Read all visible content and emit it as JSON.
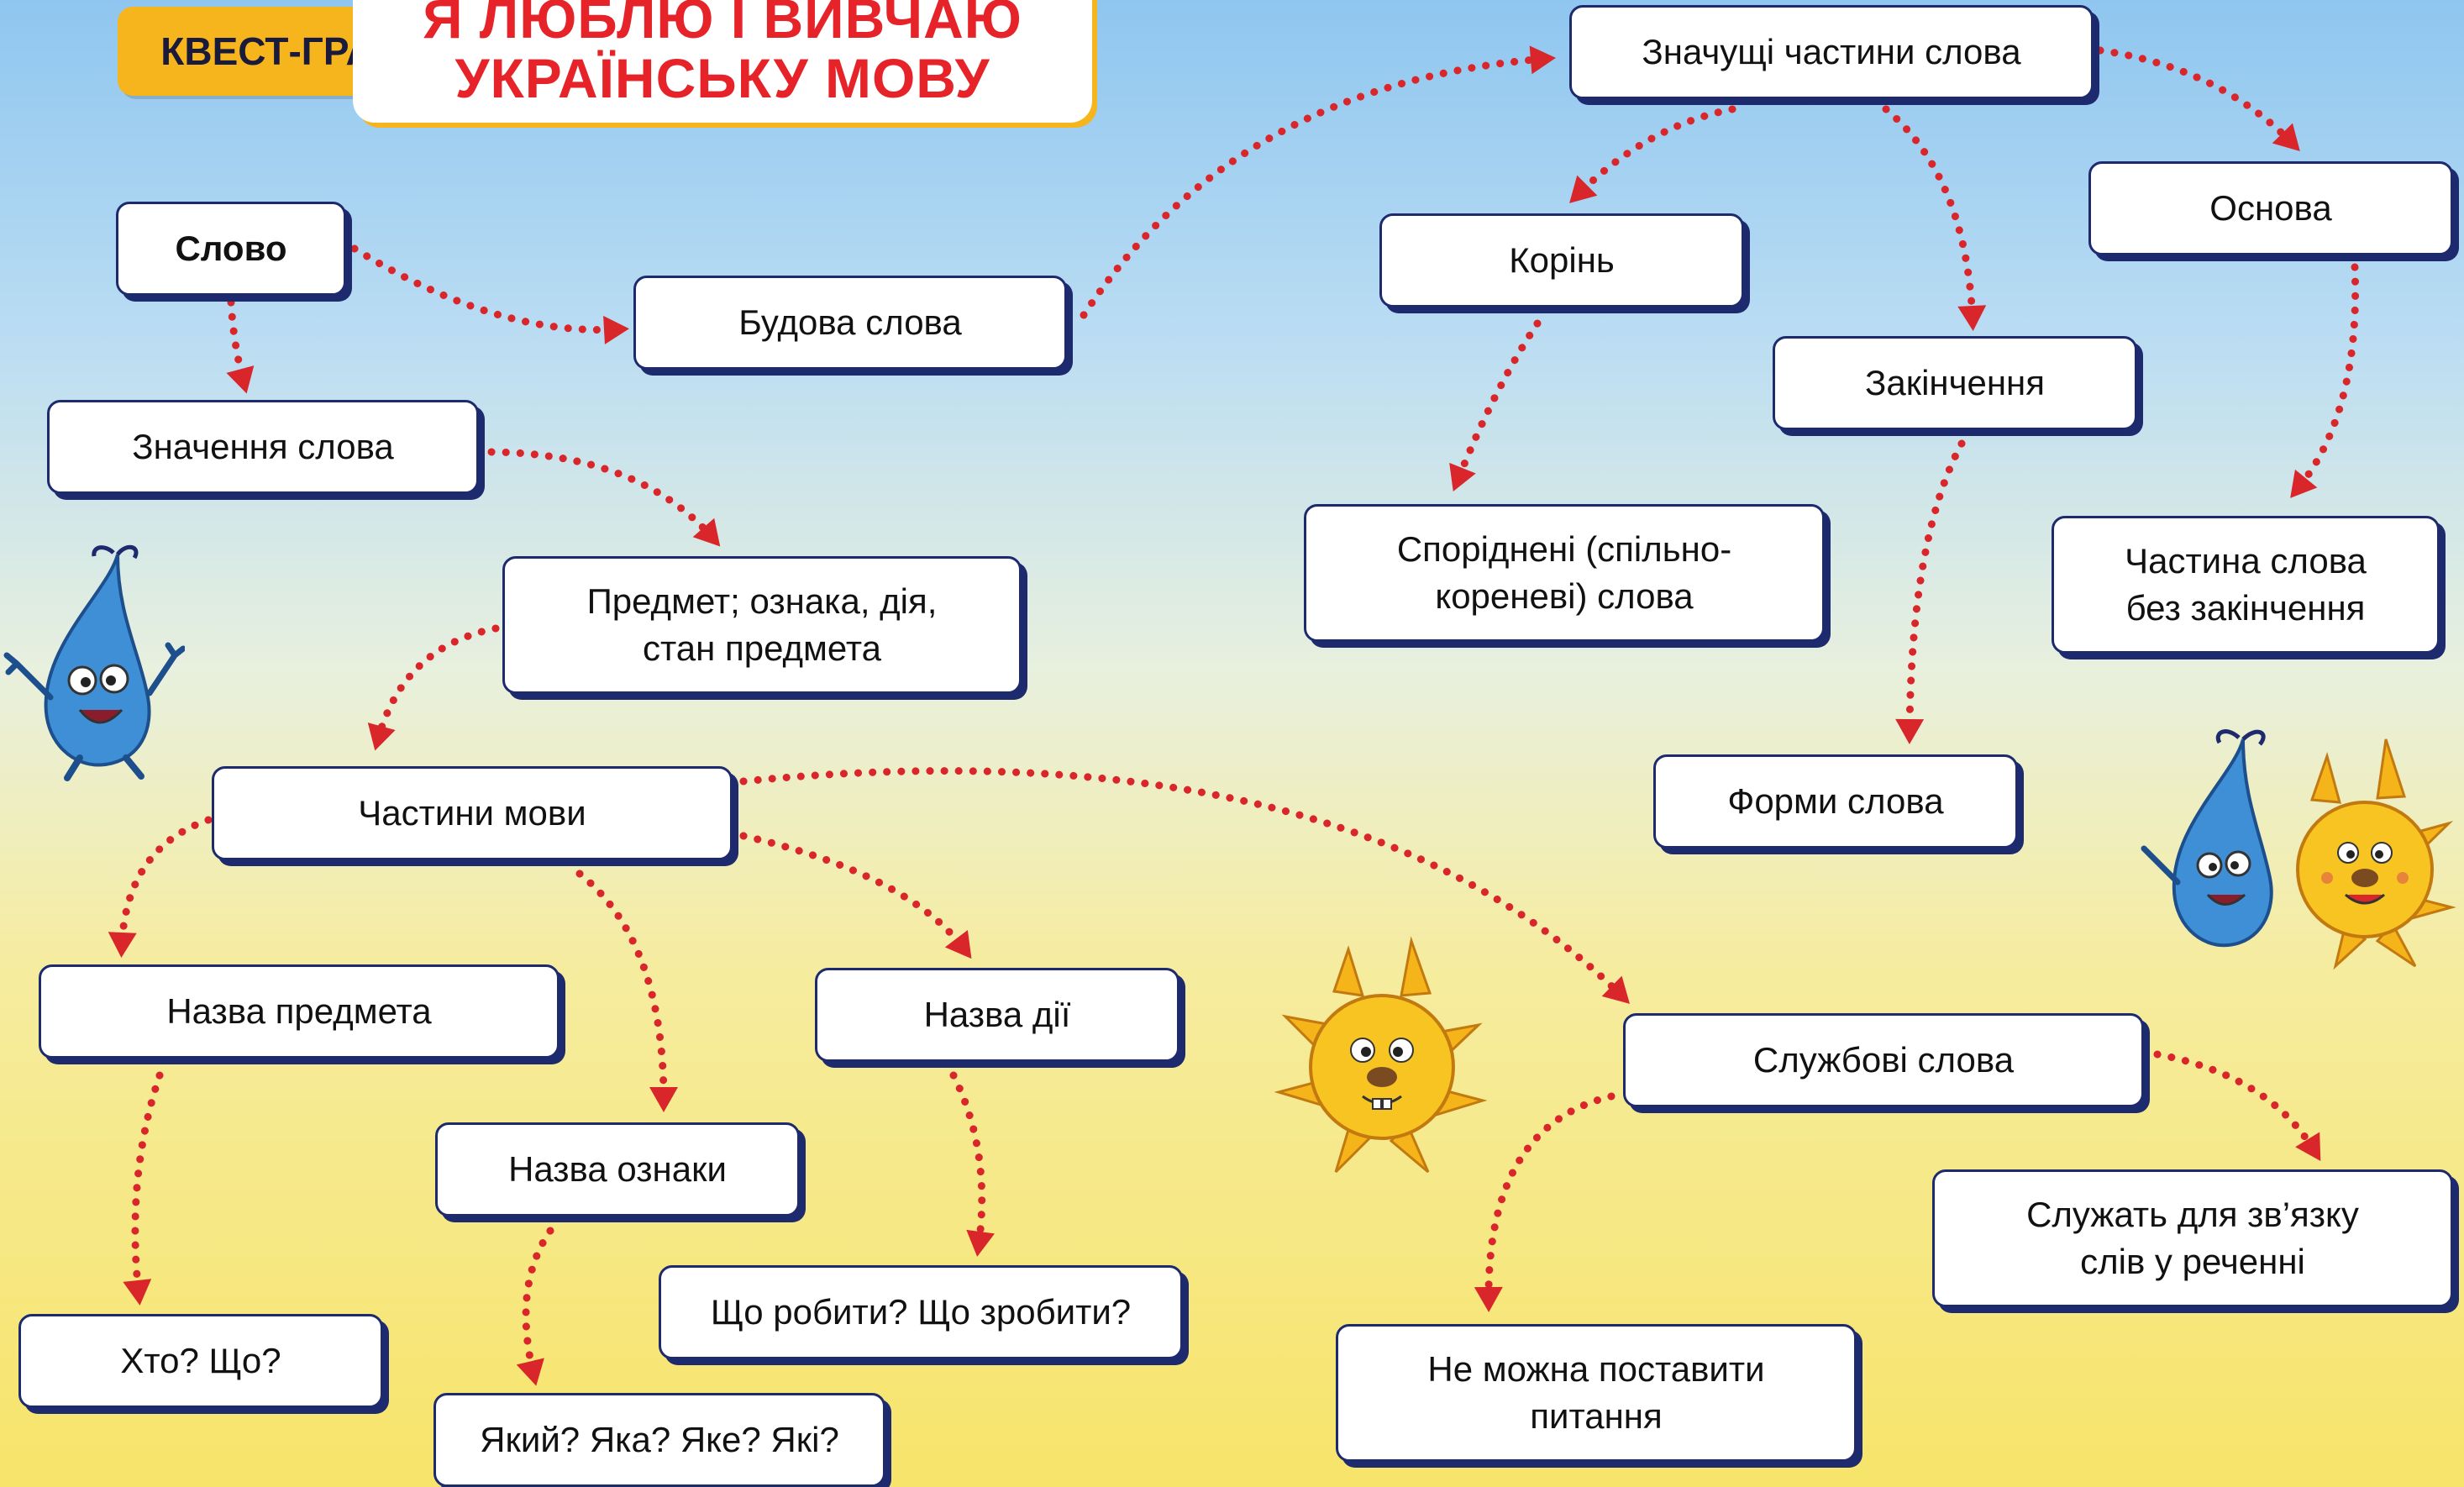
{
  "header": {
    "badge": "КВЕСТ-ГРА",
    "title_line1": "Я ЛЮБЛЮ І ВИВЧАЮ",
    "title_line2": "УКРАЇНСЬКУ МОВУ"
  },
  "nodes": {
    "slovo": "Слово",
    "budova": "Будова слова",
    "znachushchi": "Значущі частини слова",
    "korin": "Корінь",
    "osnova": "Основа",
    "zakinchennia": "Закінчення",
    "sporidneni": "Споріднені (спільно-\nкореневі) слова",
    "chastyna_bez": "Частина слова\nбез закінчення",
    "formy": "Форми слова",
    "znachennia": "Значення слова",
    "predmet": "Предмет; ознака, дія,\nстан предмета",
    "chastyny_movy": "Частини мови",
    "nazva_predmeta": "Назва предмета",
    "nazva_dii": "Назва дії",
    "nazva_oznaky": "Назва ознаки",
    "sluzhbovi": "Службові слова",
    "khto_shcho": "Хто? Що?",
    "shcho_robyty": "Що робити? Що зробити?",
    "yakyi": "Який? Яка? Яке? Які?",
    "ne_mozhna": "Не можна поставити\nпитання",
    "sluzhat": "Служать для зв’язку\nслів у реченні"
  },
  "colors": {
    "arrow": "#d8262b",
    "box_border": "#1d2a6e",
    "badge": "#f6b51d",
    "title_text": "#e52328"
  }
}
